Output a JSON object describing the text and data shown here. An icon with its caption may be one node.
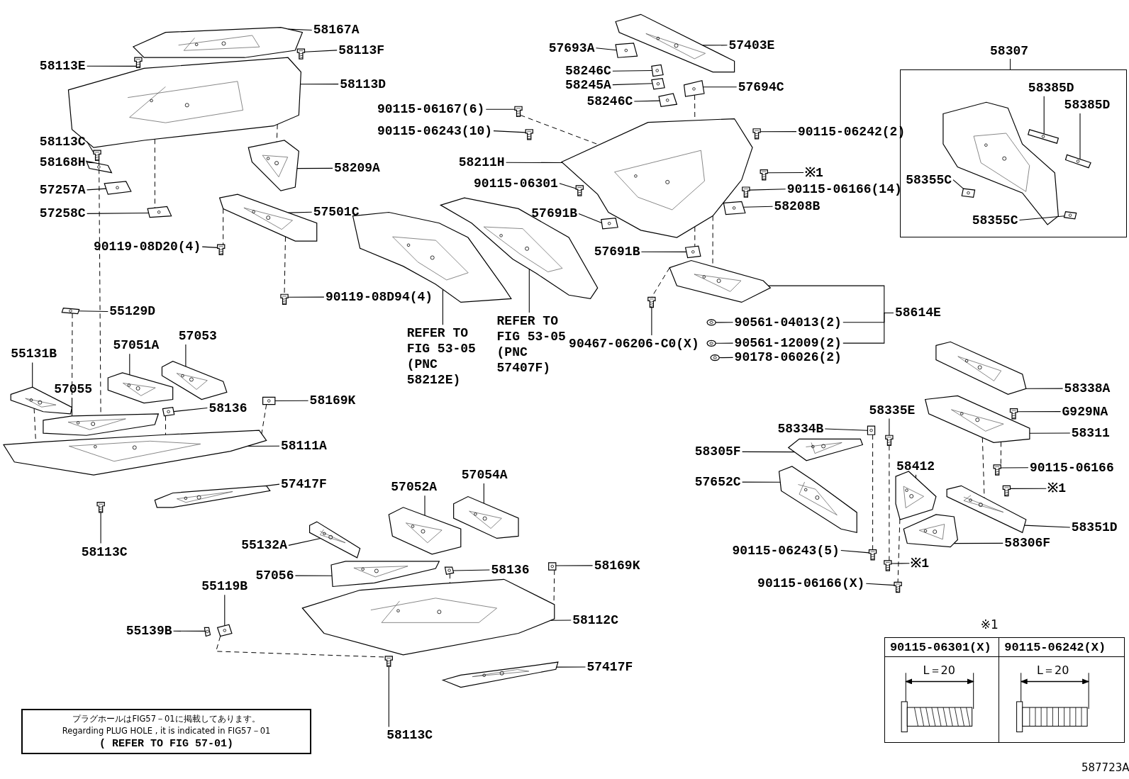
{
  "diagram": {
    "nodes": [
      {
        "text": [
          "58167A"
        ]
      },
      {
        "text": [
          "58113F"
        ]
      },
      {
        "text": [
          "58113E"
        ]
      },
      {
        "text": [
          "58113D"
        ]
      },
      {
        "text": [
          "58113C"
        ]
      },
      {
        "text": [
          "58168H"
        ]
      },
      {
        "text": [
          "57257A"
        ]
      },
      {
        "text": [
          "57258C"
        ]
      },
      {
        "text": [
          "58209A"
        ]
      },
      {
        "text": [
          "57501C"
        ]
      },
      {
        "text": [
          "90119-08D20(4)"
        ]
      },
      {
        "text": [
          "90119-08D94(4)"
        ]
      },
      {
        "text": [
          "55129D"
        ]
      },
      {
        "text": [
          "55131B"
        ]
      },
      {
        "text": [
          "57051A"
        ]
      },
      {
        "text": [
          "57053"
        ]
      },
      {
        "text": [
          "57055"
        ]
      },
      {
        "text": [
          "58136"
        ]
      },
      {
        "text": [
          "58169K"
        ]
      },
      {
        "text": [
          "58111A"
        ]
      },
      {
        "text": [
          "57417F"
        ]
      },
      {
        "text": [
          "58113C"
        ]
      },
      {
        "text": [
          "REFER TO FIG 53-05 (PNC 58212E)"
        ]
      },
      {
        "text": [
          "REFER TO FIG 53-05 (PNC 57407F)"
        ]
      },
      {
        "text": [
          "57693A"
        ]
      },
      {
        "text": [
          "57403E"
        ]
      },
      {
        "text": [
          "58246C"
        ]
      },
      {
        "text": [
          "58245A"
        ]
      },
      {
        "text": [
          "58246C"
        ]
      },
      {
        "text": [
          "57694C"
        ]
      },
      {
        "text": [
          "90115-06167(6)"
        ]
      },
      {
        "text": [
          "90115-06243(10)"
        ]
      },
      {
        "text": [
          "90115-06242(2)"
        ]
      },
      {
        "text": [
          "58211H"
        ]
      },
      {
        "text": [
          "※1"
        ]
      },
      {
        "text": [
          "90115-06301"
        ]
      },
      {
        "text": [
          "90115-06166(14)"
        ]
      },
      {
        "text": [
          "57691B"
        ]
      },
      {
        "text": [
          "58208B"
        ]
      },
      {
        "text": [
          "57691B"
        ]
      },
      {
        "text": [
          "58614E"
        ]
      },
      {
        "text": [
          "90467-06206-C0(X)"
        ]
      },
      {
        "text": [
          "90561-04013(2)"
        ]
      },
      {
        "text": [
          "90561-12009(2)"
        ]
      },
      {
        "text": [
          "90178-06026(2)"
        ]
      },
      {
        "text": [
          "58307"
        ]
      },
      {
        "text": [
          "58385D"
        ],
        "in": 45
      },
      {
        "text": [
          "58385D"
        ],
        "in": 45
      },
      {
        "text": [
          "58355C"
        ],
        "in": 45
      },
      {
        "text": [
          "58355C"
        ],
        "in": 45
      },
      {
        "text": [
          "58338A"
        ]
      },
      {
        "text": [
          "G929NA"
        ]
      },
      {
        "text": [
          "58311"
        ]
      },
      {
        "text": [
          "58335E"
        ]
      },
      {
        "text": [
          "58334B"
        ]
      },
      {
        "text": [
          "58305F"
        ]
      },
      {
        "text": [
          "58412"
        ]
      },
      {
        "text": [
          "57652C"
        ]
      },
      {
        "text": [
          "90115-06166"
        ]
      },
      {
        "text": [
          "※1"
        ]
      },
      {
        "text": [
          "58351D"
        ]
      },
      {
        "text": [
          "58306F"
        ]
      },
      {
        "text": [
          "90115-06243(5)"
        ]
      },
      {
        "text": [
          "※1"
        ]
      },
      {
        "text": [
          "90115-06166(X)"
        ]
      },
      {
        "text": [
          "55132A"
        ]
      },
      {
        "text": [
          "57052A"
        ]
      },
      {
        "text": [
          "57054A"
        ]
      },
      {
        "text": [
          "57056"
        ]
      },
      {
        "text": [
          "58136"
        ]
      },
      {
        "text": [
          "58169K"
        ]
      },
      {
        "text": [
          "55119B"
        ]
      },
      {
        "text": [
          "55139B"
        ]
      },
      {
        "text": [
          "58112C"
        ]
      },
      {
        "text": [
          "57417F"
        ]
      },
      {
        "text": [
          "58113C"
        ]
      },
      {
        "text": [
          "プラグホールはFIG57－01に掲載してあります。",
          "Regarding PLUG HOLE , it is indicated in FIG57－01",
          "( REFER TO FIG 57-01)"
        ]
      },
      {
        "text": [],
        "shape": "picture"
      },
      {
        "text": [],
        "shape": "picture"
      },
      {
        "text": [],
        "shape": "picture"
      },
      {
        "text": [],
        "shape": "picture"
      },
      {
        "text": [],
        "shape": "picture"
      },
      {
        "text": [],
        "shape": "picture"
      },
      {
        "text": [],
        "shape": "picture"
      },
      {
        "text": [],
        "shape": "picture"
      },
      {
        "text": [],
        "shape": "picture"
      },
      {
        "text": [],
        "shape": "picture"
      },
      {
        "text": [],
        "shape": "picture"
      },
      {
        "text": [],
        "shape": "picture"
      },
      {
        "text": [],
        "shape": "picture"
      },
      {
        "text": [],
        "shape": "picture"
      },
      {
        "text": [],
        "shape": "picture"
      },
      {
        "text": [],
        "shape": "picture"
      },
      {
        "text": [],
        "shape": "picture"
      },
      {
        "text": [],
        "shape": "picture"
      },
      {
        "text": [],
        "shape": "picture"
      },
      {
        "text": [],
        "shape": "picture"
      },
      {
        "text": [],
        "shape": "picture"
      },
      {
        "text": [],
        "shape": "picture"
      },
      {
        "text": [],
        "shape": "picture"
      },
      {
        "text": [],
        "shape": "picture"
      },
      {
        "text": [],
        "shape": "picture"
      },
      {
        "text": [],
        "shape": "picture"
      },
      {
        "text": [],
        "shape": "picture"
      },
      {
        "text": [],
        "shape": "picture"
      },
      {
        "text": [],
        "shape": "picture"
      },
      {
        "text": [],
        "shape": "picture"
      },
      {
        "text": [],
        "shape": "picture"
      },
      {
        "text": [],
        "shape": "picture"
      },
      {
        "text": [],
        "shape": "picture"
      },
      {
        "text": [],
        "shape": "picture"
      },
      {
        "text": [],
        "shape": "picture"
      },
      {
        "text": [],
        "shape": "picture"
      },
      {
        "text": [],
        "shape": "picture"
      },
      {
        "text": [],
        "shape": "picture"
      },
      {
        "text": [],
        "shape": "picture"
      },
      {
        "text": [],
        "shape": "picture"
      },
      {
        "text": [],
        "shape": "picture"
      },
      {
        "text": [],
        "shape": "picture"
      },
      {
        "text": [],
        "shape": "picture"
      },
      {
        "text": [],
        "shape": "picture"
      },
      {
        "text": [],
        "shape": "picture"
      },
      {
        "text": [],
        "shape": "picture",
        "in": 45
      },
      {
        "text": [],
        "shape": "picture",
        "in": 45
      },
      {
        "text": [],
        "shape": "picture",
        "in": 45
      },
      {
        "text": [],
        "shape": "picture",
        "in": 45
      },
      {
        "text": [],
        "shape": "picture",
        "in": 45
      },
      {
        "text": [],
        "shape": "picture"
      },
      {
        "text": [],
        "shape": "picture"
      },
      {
        "text": [],
        "shape": "picture"
      },
      {
        "text": [],
        "shape": "picture"
      },
      {
        "text": [],
        "shape": "picture"
      },
      {
        "text": [],
        "shape": "picture"
      },
      {
        "text": [],
        "shape": "picture"
      },
      {
        "text": [],
        "shape": "picture"
      },
      {
        "text": [],
        "shape": "picture"
      },
      {
        "text": [],
        "shape": "picture"
      },
      {
        "text": [],
        "shape": "picture"
      },
      {
        "text": [],
        "shape": "picture"
      },
      {
        "text": [],
        "shape": "picture"
      },
      {
        "text": [],
        "shape": "picture"
      },
      {
        "text": [],
        "shape": "picture"
      },
      {
        "text": [],
        "shape": "picture"
      },
      {
        "text": [],
        "shape": "picture"
      },
      {
        "text": [],
        "shape": "picture"
      },
      {
        "text": [],
        "shape": "picture"
      },
      {
        "text": [],
        "shape": "picture"
      },
      {
        "text": [],
        "shape": "picture"
      },
      {
        "text": [],
        "shape": "picture"
      },
      {
        "text": [],
        "shape": "picture"
      },
      {
        "text": [],
        "shape": "picture"
      },
      {
        "text": [],
        "shape": "picture"
      },
      {
        "text": [],
        "shape": "picture"
      }
    ],
    "edges": [
      {
        "from": 0,
        "to": 77,
        "arrow": "none"
      },
      {
        "from": 1,
        "to": 78,
        "arrow": "none"
      },
      {
        "from": 2,
        "to": 79,
        "arrow": "none"
      },
      {
        "from": 3,
        "to": 80,
        "arrow": "none"
      },
      {
        "from": 4,
        "to": 81,
        "arrow": "none"
      },
      {
        "from": 5,
        "to": 82,
        "arrow": "none"
      },
      {
        "from": 6,
        "to": 83,
        "arrow": "none"
      },
      {
        "from": 7,
        "to": 84,
        "arrow": "none"
      },
      {
        "from": 8,
        "to": 85,
        "arrow": "none"
      },
      {
        "from": 9,
        "to": 86,
        "arrow": "none"
      },
      {
        "from": 10,
        "to": 87,
        "arrow": "none"
      },
      {
        "from": 11,
        "to": 88,
        "arrow": "none"
      },
      {
        "from": 12,
        "to": 89,
        "arrow": "none"
      },
      {
        "from": 13,
        "to": 90,
        "arrow": "none"
      },
      {
        "from": 14,
        "to": 91,
        "arrow": "none"
      },
      {
        "from": 15,
        "to": 92,
        "arrow": "none"
      },
      {
        "from": 16,
        "to": 93,
        "arrow": "none"
      },
      {
        "from": 17,
        "to": 94,
        "arrow": "none"
      },
      {
        "from": 18,
        "to": 95,
        "arrow": "none"
      },
      {
        "from": 19,
        "to": 96,
        "arrow": "none"
      },
      {
        "from": 20,
        "to": 97,
        "arrow": "none"
      },
      {
        "from": 21,
        "to": 98,
        "arrow": "none"
      },
      {
        "from": 22,
        "to": 99,
        "arrow": "none"
      },
      {
        "from": 23,
        "to": 100,
        "arrow": "none"
      },
      {
        "from": 24,
        "to": 101,
        "arrow": "none"
      },
      {
        "from": 25,
        "to": 102,
        "arrow": "none"
      },
      {
        "from": 26,
        "to": 103,
        "arrow": "none"
      },
      {
        "from": 27,
        "to": 104,
        "arrow": "none"
      },
      {
        "from": 28,
        "to": 105,
        "arrow": "none"
      },
      {
        "from": 29,
        "to": 106,
        "arrow": "none"
      },
      {
        "from": 30,
        "to": 107,
        "arrow": "none"
      },
      {
        "from": 31,
        "to": 108,
        "arrow": "none"
      },
      {
        "from": 32,
        "to": 109,
        "arrow": "none"
      },
      {
        "from": 33,
        "to": 110,
        "arrow": "none"
      },
      {
        "from": 34,
        "to": 111,
        "arrow": "none"
      },
      {
        "from": 35,
        "to": 112,
        "arrow": "none"
      },
      {
        "from": 36,
        "to": 113,
        "arrow": "none"
      },
      {
        "from": 37,
        "to": 114,
        "arrow": "none"
      },
      {
        "from": 38,
        "to": 115,
        "arrow": "none"
      },
      {
        "from": 39,
        "to": 116,
        "arrow": "none"
      },
      {
        "from": 40,
        "to": 117,
        "arrow": "none"
      },
      {
        "from": 40,
        "to": 42,
        "arrow": "none"
      },
      {
        "from": 40,
        "to": 43,
        "arrow": "none"
      },
      {
        "from": 41,
        "to": 118,
        "arrow": "none"
      },
      {
        "from": 42,
        "to": 119,
        "arrow": "none"
      },
      {
        "from": 43,
        "to": 120,
        "arrow": "none"
      },
      {
        "from": 44,
        "to": 121,
        "arrow": "none"
      },
      {
        "from": 46,
        "to": 123,
        "arrow": "none"
      },
      {
        "from": 47,
        "to": 124,
        "arrow": "none"
      },
      {
        "from": 48,
        "to": 125,
        "arrow": "none"
      },
      {
        "from": 49,
        "to": 126,
        "arrow": "none"
      },
      {
        "from": 50,
        "to": 127,
        "arrow": "none"
      },
      {
        "from": 51,
        "to": 128,
        "arrow": "none"
      },
      {
        "from": 52,
        "to": 129,
        "arrow": "none"
      },
      {
        "from": 53,
        "to": 130,
        "arrow": "none"
      },
      {
        "from": 54,
        "to": 131,
        "arrow": "none"
      },
      {
        "from": 55,
        "to": 132,
        "arrow": "none"
      },
      {
        "from": 56,
        "to": 133,
        "arrow": "none"
      },
      {
        "from": 57,
        "to": 134,
        "arrow": "none"
      },
      {
        "from": 58,
        "to": 135,
        "arrow": "none"
      },
      {
        "from": 59,
        "to": 136,
        "arrow": "none"
      },
      {
        "from": 60,
        "to": 137,
        "arrow": "none"
      },
      {
        "from": 61,
        "to": 138,
        "arrow": "none"
      },
      {
        "from": 62,
        "to": 139,
        "arrow": "none"
      },
      {
        "from": 63,
        "to": 140,
        "arrow": "none"
      },
      {
        "from": 64,
        "to": 141,
        "arrow": "none"
      },
      {
        "from": 65,
        "to": 142,
        "arrow": "none"
      },
      {
        "from": 66,
        "to": 143,
        "arrow": "none"
      },
      {
        "from": 67,
        "to": 144,
        "arrow": "none"
      },
      {
        "from": 68,
        "to": 145,
        "arrow": "none"
      },
      {
        "from": 69,
        "to": 146,
        "arrow": "none"
      },
      {
        "from": 70,
        "to": 147,
        "arrow": "none"
      },
      {
        "from": 71,
        "to": 148,
        "arrow": "none"
      },
      {
        "from": 72,
        "to": 149,
        "arrow": "none"
      },
      {
        "from": 73,
        "to": 150,
        "arrow": "none"
      },
      {
        "from": 74,
        "to": 151,
        "arrow": "none"
      },
      {
        "from": 75,
        "to": 152,
        "arrow": "none"
      },
      {
        "from": 81,
        "to": 93,
        "arrow": "none",
        "style": "dashed"
      },
      {
        "from": 80,
        "to": 84,
        "arrow": "none",
        "style": "dashed"
      },
      {
        "from": 80,
        "to": 85,
        "arrow": "none",
        "style": "dashed"
      },
      {
        "from": 86,
        "to": 87,
        "arrow": "none",
        "style": "dashed"
      },
      {
        "from": 86,
        "to": 88,
        "arrow": "none",
        "style": "dashed"
      },
      {
        "from": 89,
        "to": 90,
        "arrow": "none",
        "style": "dashed"
      },
      {
        "from": 90,
        "to": 96,
        "arrow": "none",
        "style": "dashed"
      },
      {
        "from": 94,
        "to": 96,
        "arrow": "none",
        "style": "dashed"
      },
      {
        "from": 95,
        "to": 96,
        "arrow": "none",
        "style": "dashed"
      },
      {
        "from": 107,
        "to": 110,
        "arrow": "none",
        "style": "dashed"
      },
      {
        "from": 106,
        "to": 110,
        "arrow": "none",
        "style": "dashed"
      },
      {
        "from": 110,
        "to": 117,
        "arrow": "none",
        "style": "dashed"
      },
      {
        "from": 117,
        "to": 118,
        "arrow": "none",
        "style": "dashed"
      },
      {
        "from": 129,
        "to": 135,
        "arrow": "none",
        "style": "dashed"
      },
      {
        "from": 129,
        "to": 137,
        "arrow": "none",
        "style": "dashed"
      },
      {
        "from": 131,
        "to": 139,
        "arrow": "none",
        "style": "dashed"
      },
      {
        "from": 130,
        "to": 140,
        "arrow": "none",
        "style": "dashed"
      },
      {
        "from": 133,
        "to": 141,
        "arrow": "none",
        "style": "dashed"
      },
      {
        "from": 146,
        "to": 150,
        "arrow": "none",
        "style": "dashed"
      },
      {
        "from": 147,
        "to": 150,
        "arrow": "none",
        "style": "dashed"
      },
      {
        "from": 148,
        "to": 152,
        "arrow": "none",
        "style": "dashed"
      },
      {
        "from": 110,
        "to": 116,
        "arrow": "none",
        "style": "dashed"
      }
    ],
    "labels": [
      "※1",
      "90115-06301(X)",
      "90115-06242(X)",
      "L＝20",
      "L＝20",
      "587723A"
    ]
  }
}
